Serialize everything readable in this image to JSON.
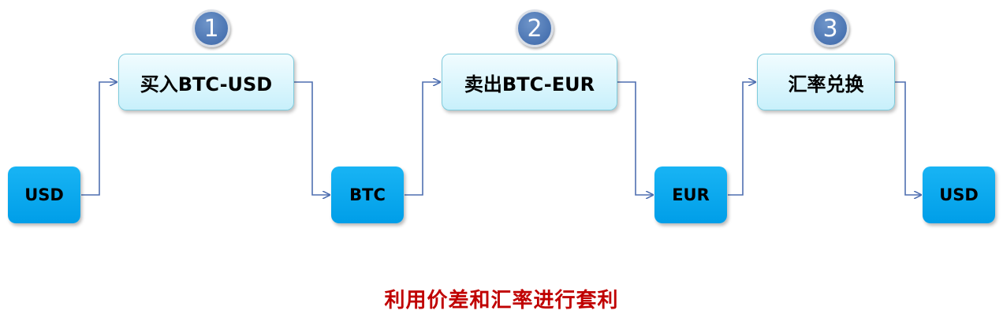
{
  "nodes": {
    "start": "USD",
    "mid1": "BTC",
    "mid2": "EUR",
    "end": "USD"
  },
  "steps": [
    {
      "number": "1",
      "label": "买入BTC-USD"
    },
    {
      "number": "2",
      "label": "卖出BTC-EUR"
    },
    {
      "number": "3",
      "label": "汇率兑换"
    }
  ],
  "caption": "利用价差和汇率进行套利",
  "colors": {
    "currency_fill": "#00a2e8",
    "step_fill": "#d4f3fb",
    "badge_fill": "#4f79b7",
    "connector": "#4f6fb0",
    "caption": "#c00000"
  }
}
